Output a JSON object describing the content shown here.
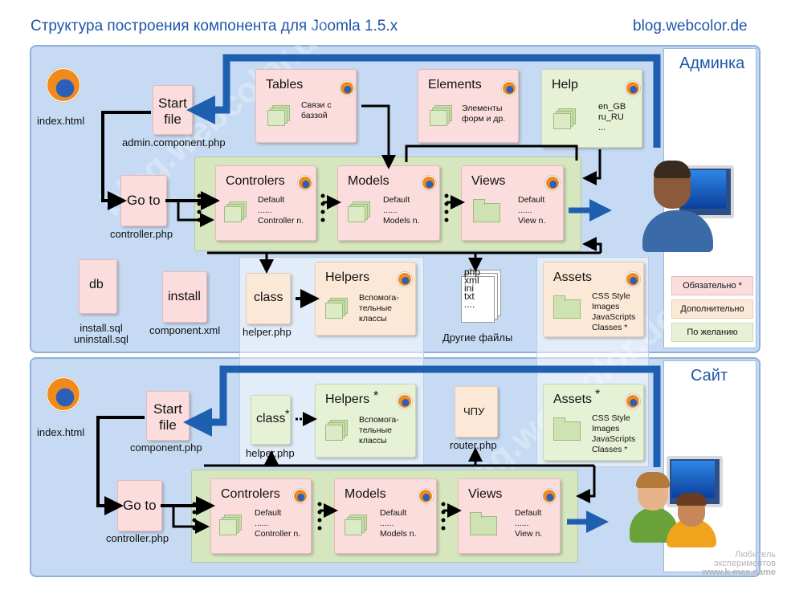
{
  "header": {
    "title": "Структура построения компонента для Joomla 1.5.x",
    "site": "blog.webcolor.de"
  },
  "admin": {
    "section_label": "Админка",
    "index_file": "index.html",
    "start_box": "Start\nfile",
    "start_file": "admin.component.php",
    "goto_box": "Go to",
    "controller_file": "controller.php",
    "tables": {
      "title": "Tables",
      "desc": "Связи с\nбаззой"
    },
    "elements": {
      "title": "Elements",
      "desc": "Элементы\nформ и др."
    },
    "help": {
      "title": "Help",
      "desc": "en_GB\nru_RU\n..."
    },
    "controllers": {
      "title": "Controlers",
      "desc": "Default\n......\nController n."
    },
    "models": {
      "title": "Models",
      "desc": "Default\n......\nModels n."
    },
    "views": {
      "title": "Views",
      "desc": "Default\n......\nView n."
    },
    "db_box": "db",
    "db_files": "install.sql\nuninstall.sql",
    "install_box": "install",
    "install_file": "component.xml",
    "class_box": "class",
    "helper_file": "helper.php",
    "helpers": {
      "title": "Helpers",
      "desc": "Вспомога-\nтельные\nклассы"
    },
    "other_stack": "php\nxml\nini\ntxt\n....",
    "other_label": "Другие файлы",
    "assets": {
      "title": "Assets",
      "desc": "CSS Style\nImages\nJavaScripts\nClasses *"
    }
  },
  "legend": {
    "required": "Обязательно *",
    "additional": "Дополнительно",
    "optional": "По желанию"
  },
  "site": {
    "section_label": "Сайт",
    "index_file": "index.html",
    "start_box": "Start\nfile",
    "start_file": "component.php",
    "goto_box": "Go to",
    "controller_file": "controller.php",
    "class_box": "class",
    "class_star": "*",
    "helper_file": "helper.php",
    "helpers": {
      "title": "Helpers",
      "star": "*",
      "desc": "Вспомога-\nтельные\nклассы"
    },
    "router_box": "ЧПУ",
    "router_file": "router.php",
    "assets": {
      "title": "Assets",
      "star": "*",
      "desc": "CSS Style\nImages\nJavaScripts\nClasses *"
    },
    "controllers": {
      "title": "Controlers",
      "desc": "Default\n......\nController n."
    },
    "models": {
      "title": "Models",
      "desc": "Default\n......\nModels n."
    },
    "views": {
      "title": "Views",
      "desc": "Default\n......\nView n."
    }
  },
  "credit": {
    "line1": "Любитель",
    "line2": "экспериментов",
    "line3": "www.k-max.name"
  },
  "colors": {
    "required": "#fbdddd",
    "additional": "#fbe8d6",
    "optional": "#e6f1d6",
    "accent": "#1f56a8"
  }
}
